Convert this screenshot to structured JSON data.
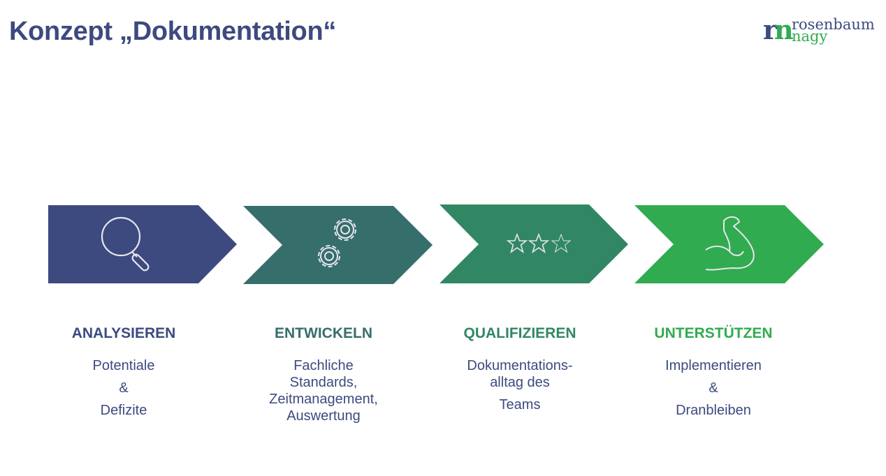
{
  "title": "Konzept „Dokumentation“",
  "logo": {
    "mark": "rn",
    "line1": "rosenbaum",
    "line2": "nagy"
  },
  "colors": {
    "blue": "#3d4a7f",
    "teal": "#366e6c",
    "green_teal": "#318764",
    "green": "#31ab50"
  },
  "steps": [
    {
      "icon": "magnifier-icon",
      "heading": "ANALYSIEREN",
      "lines": [
        "Potentiale",
        "&",
        "Defizite"
      ]
    },
    {
      "icon": "gears-icon",
      "heading": "ENTWICKELN",
      "lines": [
        "Fachliche",
        "Standards,",
        "Zeitmanagement,",
        "Auswertung"
      ]
    },
    {
      "icon": "stars-icon",
      "heading": "QUALIFIZIEREN",
      "lines": [
        "Dokumentations-",
        "alltag des",
        "Teams"
      ]
    },
    {
      "icon": "flexed-arm-icon",
      "heading": "UNTERSTÜTZEN",
      "lines": [
        "Implementieren",
        "&",
        "Dranbleiben"
      ]
    }
  ]
}
